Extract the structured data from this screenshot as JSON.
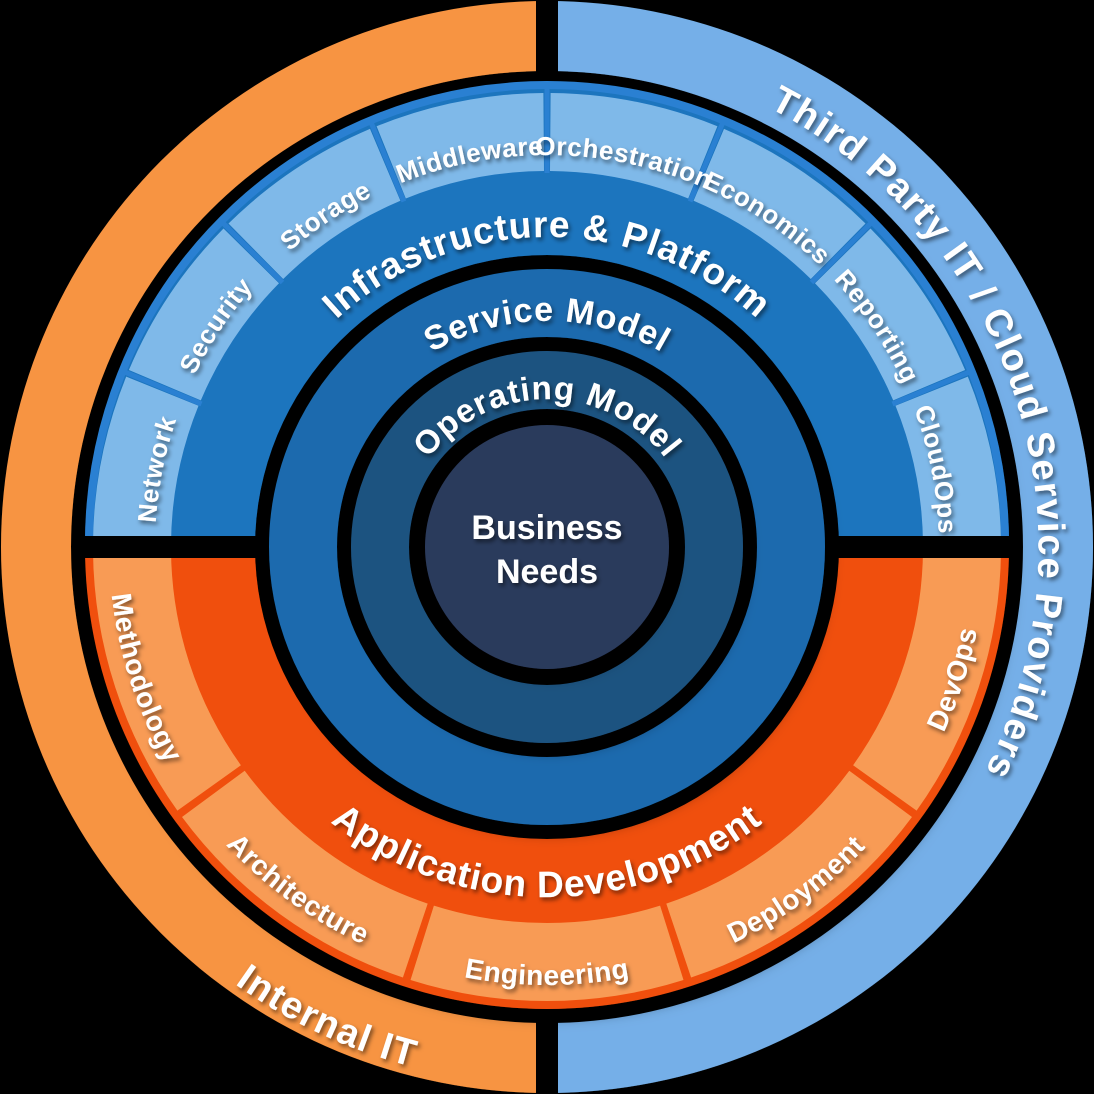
{
  "center": {
    "label": "Business Needs",
    "line1": "Business",
    "line2": "Needs"
  },
  "rings": {
    "operating": {
      "label": "Operating Model"
    },
    "service": {
      "label": "Service Model"
    },
    "infrastructure": {
      "title": "Infrastructure & Platform",
      "segments": [
        "Network",
        "Security",
        "Storage",
        "Middleware",
        "Orchestration",
        "Economics",
        "Reporting",
        "CloudOps"
      ]
    },
    "application": {
      "title": "Application Development",
      "segments": [
        "Methodology",
        "Architecture",
        "Engineering",
        "Deployment",
        "DevOps"
      ]
    }
  },
  "outer": {
    "third_party": {
      "label": "Third Party IT / Cloud Service Providers"
    },
    "internal": {
      "label": "Internal IT"
    }
  },
  "colors": {
    "background": "#000000",
    "center": "#2B3A5C",
    "operating": "#1E5380",
    "service": "#1A6AAE",
    "infra_band": "#1B74BE",
    "infra_segment": "#7FB9E9",
    "infra_separator": "#2B80D2",
    "outer_blue": "#74AFE8",
    "appdev_band": "#F04F0E",
    "appdev_segment": "#F89B55",
    "outer_orange": "#F79442",
    "text": "#FFFFFF"
  }
}
